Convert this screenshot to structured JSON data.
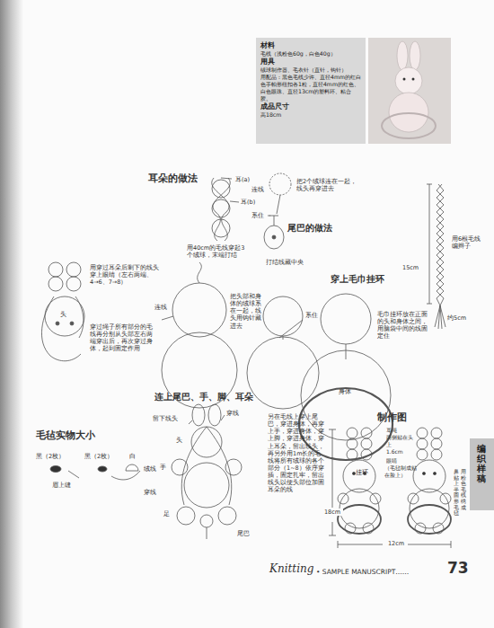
{
  "diagram": {
    "nodes": [
      {
        "text": [
          "材料",
          "毛线（浅粉色60g，白色40g）",
          "用具",
          "绒球制作器、毛衣针（直针，钩针）",
          "用配品：黑色毛线少许、直径4mm的红白色手帕形纽扣各1粒，直径4mm的红色、白色眼珠、直径13cm的塑料环、粘合胶。",
          "成品尺寸",
          "高18cm"
        ]
      },
      {
        "text": [
          "编织样稿"
        ]
      }
    ],
    "labels": [
      "耳朵的做法",
      "耳(a)",
      "耳(b)",
      "用40cm的毛线穿起3个绒球，末端打结",
      "连线",
      "系住",
      "把2个绒球连在一起，线头再穿进去",
      "尾巴的做法",
      "打结线藏中央",
      "用6根毛线编辫子",
      "15cm",
      "约5cm",
      "用穿过耳朵后剩下的线头穿上眼睛（左右两端、4→6、7→8）",
      "头",
      "穿过绳子所有部分的毛线再分别从头部左右两端穿出后，再次穿过身体，起到固定作用",
      "连线",
      "把头部和身体的绒球系在一起，线头用钩针藏进去",
      "系住",
      "穿上毛巾挂环",
      "毛巾挂环放在正面的头和身体之间，用脑袋中间的线固定住",
      "身体",
      "挂环",
      "连上尾巴、手、脚、耳朵",
      "留下线头",
      "头",
      "穿线",
      "手",
      "足",
      "尾巴",
      "另在毛线上穿上尾巴，穿进身体，再穿上手，穿进身体，穿上脚，穿进身体，穿上耳朵，留出线头，再另外用1m长的毛线将所有绒球的各个部分（1~8）依序穿插，固定扎牢，留出线头以便头部位加固耳朵的线",
      "毛毡实物大小",
      "黑（2枚）",
      "黑（2枚）",
      "白",
      "眉上缝",
      "绒线",
      "穿线",
      "制作图",
      "耳绳",
      "两侧贴在头上",
      "1.6cm",
      "眼睛",
      "（毛毡制成贴在脸上）",
      "18cm",
      "12cm",
      "鼻贴上半圆形毛毡",
      "用粉色毛线绣成",
      "Knitting",
      "• SAMPLE MANUSCRIPT……",
      "73"
    ]
  }
}
